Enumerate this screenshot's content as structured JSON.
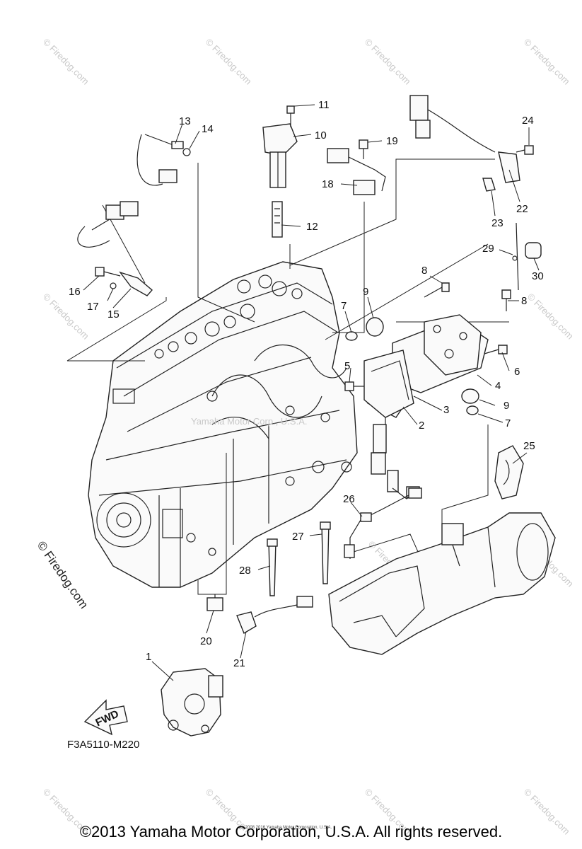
{
  "callouts": [
    {
      "n": "1"
    },
    {
      "n": "2"
    },
    {
      "n": "3"
    },
    {
      "n": "4"
    },
    {
      "n": "5"
    },
    {
      "n": "6"
    },
    {
      "n": "7"
    },
    {
      "n": "7"
    },
    {
      "n": "8"
    },
    {
      "n": "8"
    },
    {
      "n": "9"
    },
    {
      "n": "9"
    },
    {
      "n": "10"
    },
    {
      "n": "11"
    },
    {
      "n": "12"
    },
    {
      "n": "13"
    },
    {
      "n": "14"
    },
    {
      "n": "15"
    },
    {
      "n": "16"
    },
    {
      "n": "17"
    },
    {
      "n": "18"
    },
    {
      "n": "19"
    },
    {
      "n": "20"
    },
    {
      "n": "21"
    },
    {
      "n": "22"
    },
    {
      "n": "23"
    },
    {
      "n": "24"
    },
    {
      "n": "25"
    },
    {
      "n": "26"
    },
    {
      "n": "27"
    },
    {
      "n": "28"
    },
    {
      "n": "29"
    },
    {
      "n": "30"
    }
  ],
  "fwd_label": "FWD",
  "diagram_code": "F3A5110-M220",
  "center_watermark": "Yamaha Motor Corp., U.S.A.",
  "side_watermark": "© Firedog.com",
  "tile_watermark": "© Firedog.com",
  "tiny_copyright": "(c) 2008 2016 Yamaha Motor Corporation, U.S.A.",
  "copyright": "©2013 Yamaha Motor Corporation, U.S.A. All rights reserved."
}
